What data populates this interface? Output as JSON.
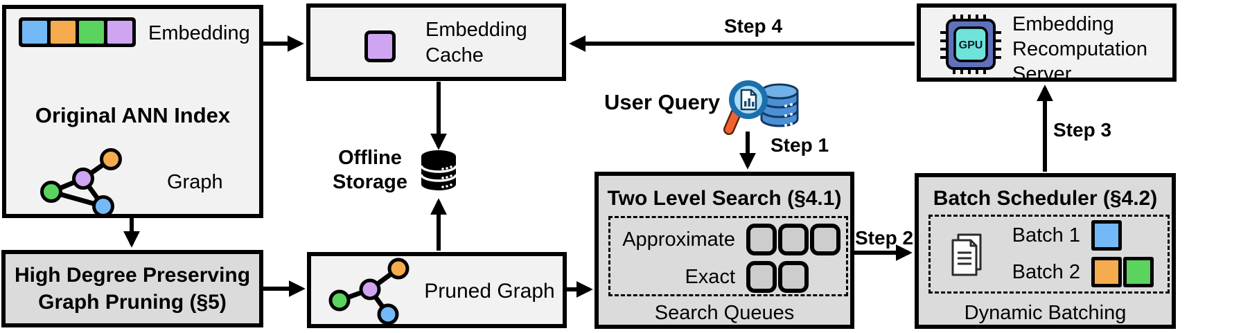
{
  "diagram": {
    "original_ann_index": {
      "title": "Original ANN Index",
      "embedding_label": "Embedding",
      "graph_label": "Graph"
    },
    "graph_pruning": {
      "title": "High Degree Preserving Graph Pruning (§5)"
    },
    "embedding_cache": {
      "label": "Embedding Cache"
    },
    "offline_storage": {
      "label": "Offline Storage"
    },
    "pruned_graph": {
      "label": "Pruned Graph"
    },
    "user_query": {
      "label": "User Query"
    },
    "two_level_search": {
      "title": "Two Level Search (§4.1)",
      "approximate_label": "Approximate",
      "exact_label": "Exact",
      "approximate_queue_slots": 3,
      "exact_queue_slots": 2,
      "footer": "Search Queues"
    },
    "batch_scheduler": {
      "title": "Batch Scheduler (§4.2)",
      "batch1_label": "Batch 1",
      "batch2_label": "Batch 2",
      "batch1_colors": [
        "blue"
      ],
      "batch2_colors": [
        "orange",
        "green"
      ],
      "footer": "Dynamic Batching"
    },
    "recomputation_server": {
      "label": "Embedding Recomputation Server",
      "chip_label": "GPU"
    },
    "steps": {
      "step1": "Step 1",
      "step2": "Step 2",
      "step3": "Step 3",
      "step4": "Step 4"
    },
    "colors": {
      "blue": "#74b9f7",
      "orange": "#f7ab4f",
      "green": "#5ad45e",
      "purple": "#cfa5f2",
      "box-light": "#f2f2f2",
      "box-dark": "#dbdbdb",
      "slot-fill": "#cdcdcd",
      "chip-body": "#5f71bd",
      "chip-core": "#6fe3da",
      "db-blue": "#4b8fd6",
      "db-blue-top": "#6fb1e8",
      "db-outline": "#12395f",
      "lens-fill": "#a8ddf4",
      "magnifier-rim": "#1c6fae",
      "handle-orange": "#f2622e"
    }
  }
}
